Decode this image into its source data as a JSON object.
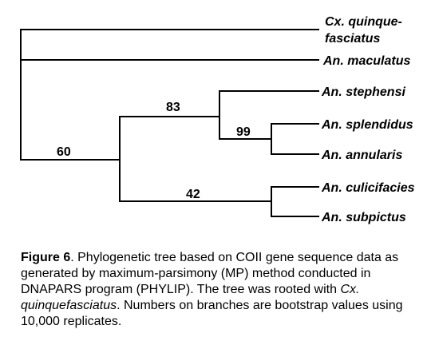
{
  "tree": {
    "leaves": {
      "cx_line1": "Cx. quinque-",
      "cx_line2": "fasciatus",
      "maculatus": "An. maculatus",
      "stephensi": "An. stephensi",
      "splendidus": "An. splendidus",
      "annularis": "An. annularis",
      "culicifacies": "An. culicifacies",
      "subpictus": "An. subpictus"
    },
    "bootstrap": {
      "node_root": "60",
      "node_steph": "83",
      "node_splend": "99",
      "node_culic": "42"
    }
  },
  "caption": {
    "label": "Figure 6",
    "text1": ". Phylogenetic tree based on COII gene sequence data as generated by maximum-parsimony (MP) method conducted in DNAPARS program (PHYLIP). The tree was rooted with ",
    "italic": "Cx. quinquefasciatus",
    "text2": ". Numbers on branches are bootstrap values using 10,000 replicates."
  }
}
